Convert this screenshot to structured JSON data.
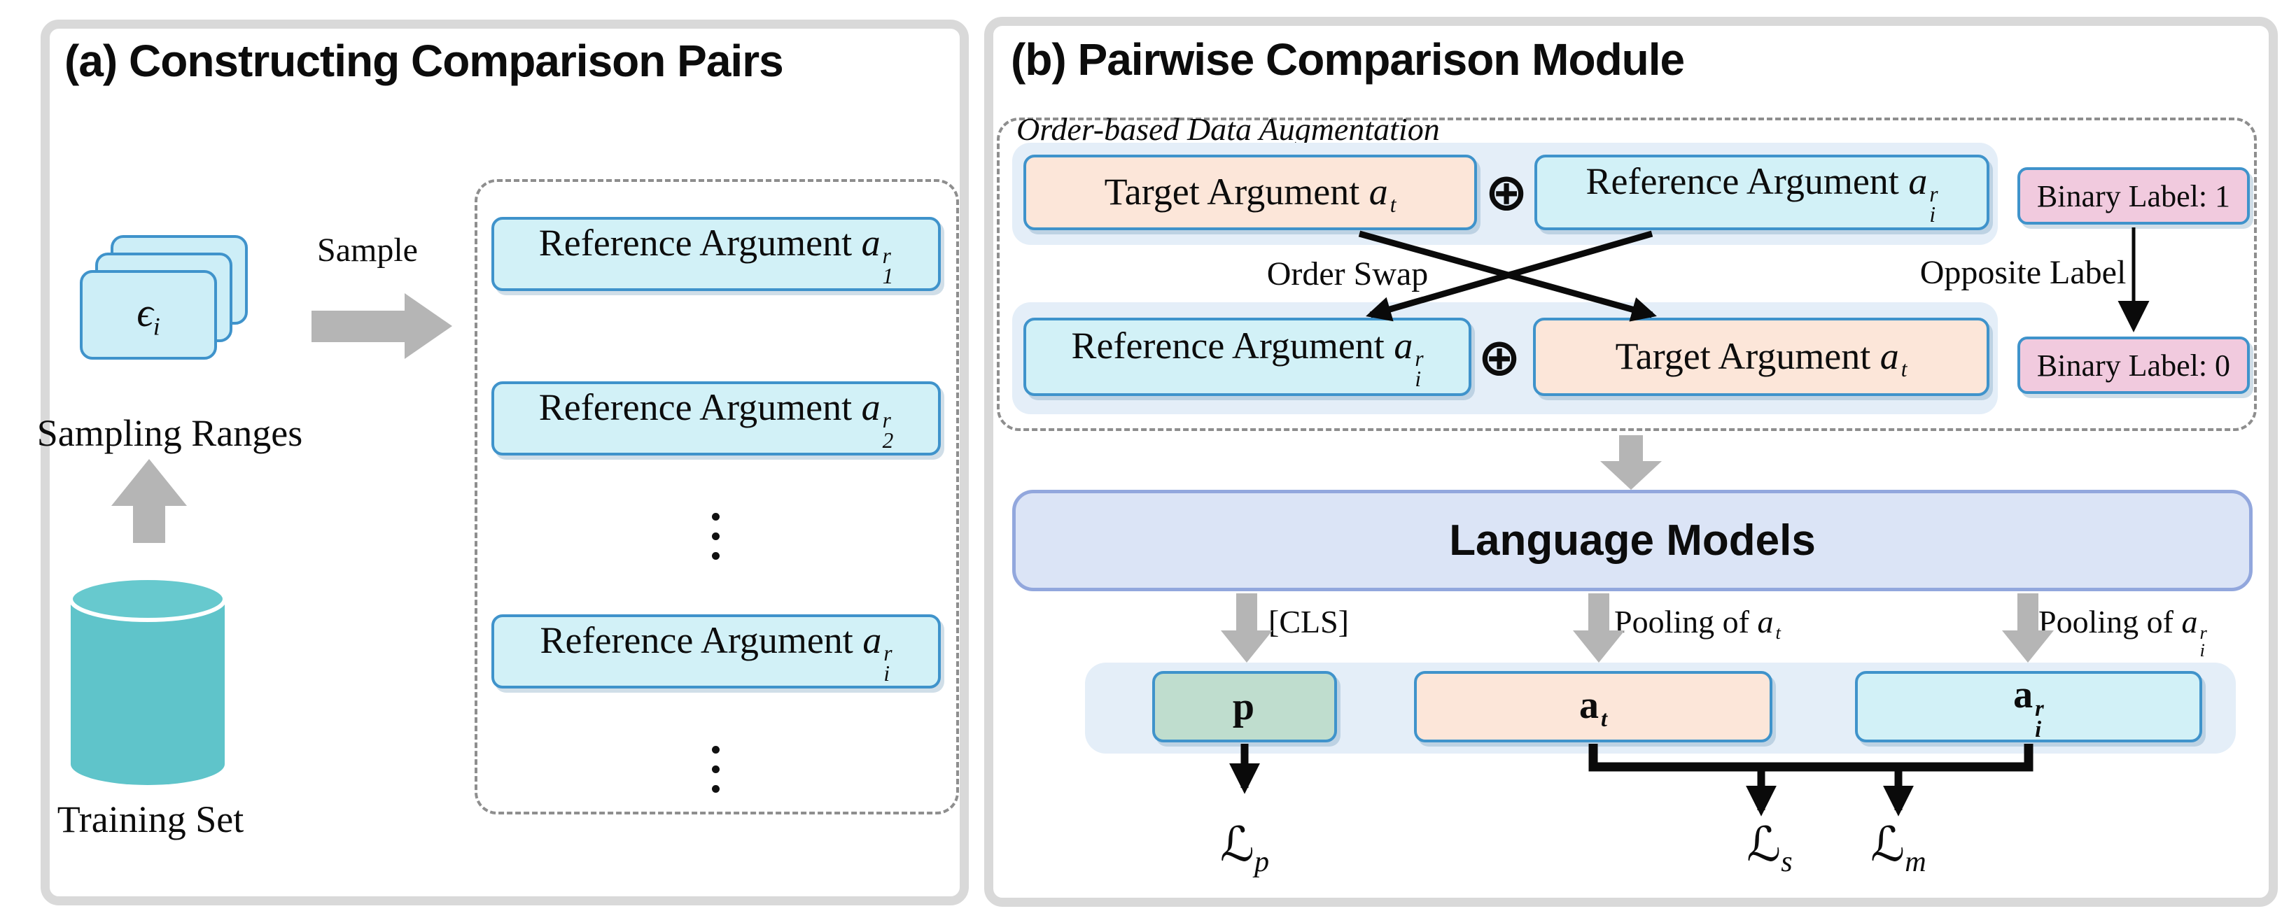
{
  "panel_a": {
    "title": "(a) Constructing Comparison Pairs",
    "sample_label": "Sample",
    "sampling_ranges_label": "Sampling Ranges",
    "training_set_label": "Training Set",
    "epsilon": {
      "var": "ϵ",
      "sub": "i"
    },
    "reference_boxes": [
      {
        "prefix": "Reference Argument ",
        "var": "a",
        "sup": "r",
        "sub": "1"
      },
      {
        "prefix": "Reference Argument ",
        "var": "a",
        "sup": "r",
        "sub": "2"
      },
      {
        "prefix": "Reference Argument ",
        "var": "a",
        "sup": "r",
        "sub": "i"
      }
    ]
  },
  "panel_b": {
    "title": "(b) Pairwise Comparison Module",
    "augmentation_label": "Order-based Data Augmentation",
    "oplus_symbol": "⊕",
    "row1": {
      "left": {
        "prefix": "Target Argument ",
        "var": "a",
        "sup": "t",
        "sub": ""
      },
      "right": {
        "prefix": "Reference Argument ",
        "var": "a",
        "sup": "r",
        "sub": "i"
      }
    },
    "row2": {
      "left": {
        "prefix": "Reference Argument ",
        "var": "a",
        "sup": "r",
        "sub": "i"
      },
      "right": {
        "prefix": "Target Argument ",
        "var": "a",
        "sup": "t",
        "sub": ""
      }
    },
    "binary_label_1": "Binary Label: 1",
    "binary_label_0": "Binary Label: 0",
    "order_swap_label": "Order Swap",
    "opposite_label": "Opposite Label",
    "language_models_label": "Language Models",
    "cls_label": "[CLS]",
    "pooling_t": {
      "prefix": "Pooling of ",
      "var": "a",
      "sup": "t",
      "sub": ""
    },
    "pooling_r": {
      "prefix": "Pooling of ",
      "var": "a",
      "sup": "r",
      "sub": "i"
    },
    "embeddings": {
      "p": {
        "var": "p",
        "sup": "",
        "sub": ""
      },
      "at": {
        "var": "a",
        "sup": "t",
        "sub": ""
      },
      "ar": {
        "var": "a",
        "sup": "r",
        "sub": "i"
      }
    },
    "losses": {
      "lp": {
        "script": "ℒ",
        "sub": "p"
      },
      "ls": {
        "script": "ℒ",
        "sub": "s"
      },
      "lm": {
        "script": "ℒ",
        "sub": "m"
      }
    }
  },
  "colors": {
    "panel_border": "#d9d9d9",
    "dashed_border": "#8e8e8e",
    "box_border_blue": "#3f93cb",
    "cyan_fill": "#d2f1f7",
    "peach_fill": "#fce6d9",
    "pink_fill": "#f1cade",
    "green_fill": "#bfddce",
    "lavender_fill": "#dbe4f6",
    "band_fill": "#e4eef8",
    "teal_cylinder": "#5fc4ca",
    "gray_arrow": "#b5b5b5",
    "black_arrow": "#0a0a0a"
  }
}
